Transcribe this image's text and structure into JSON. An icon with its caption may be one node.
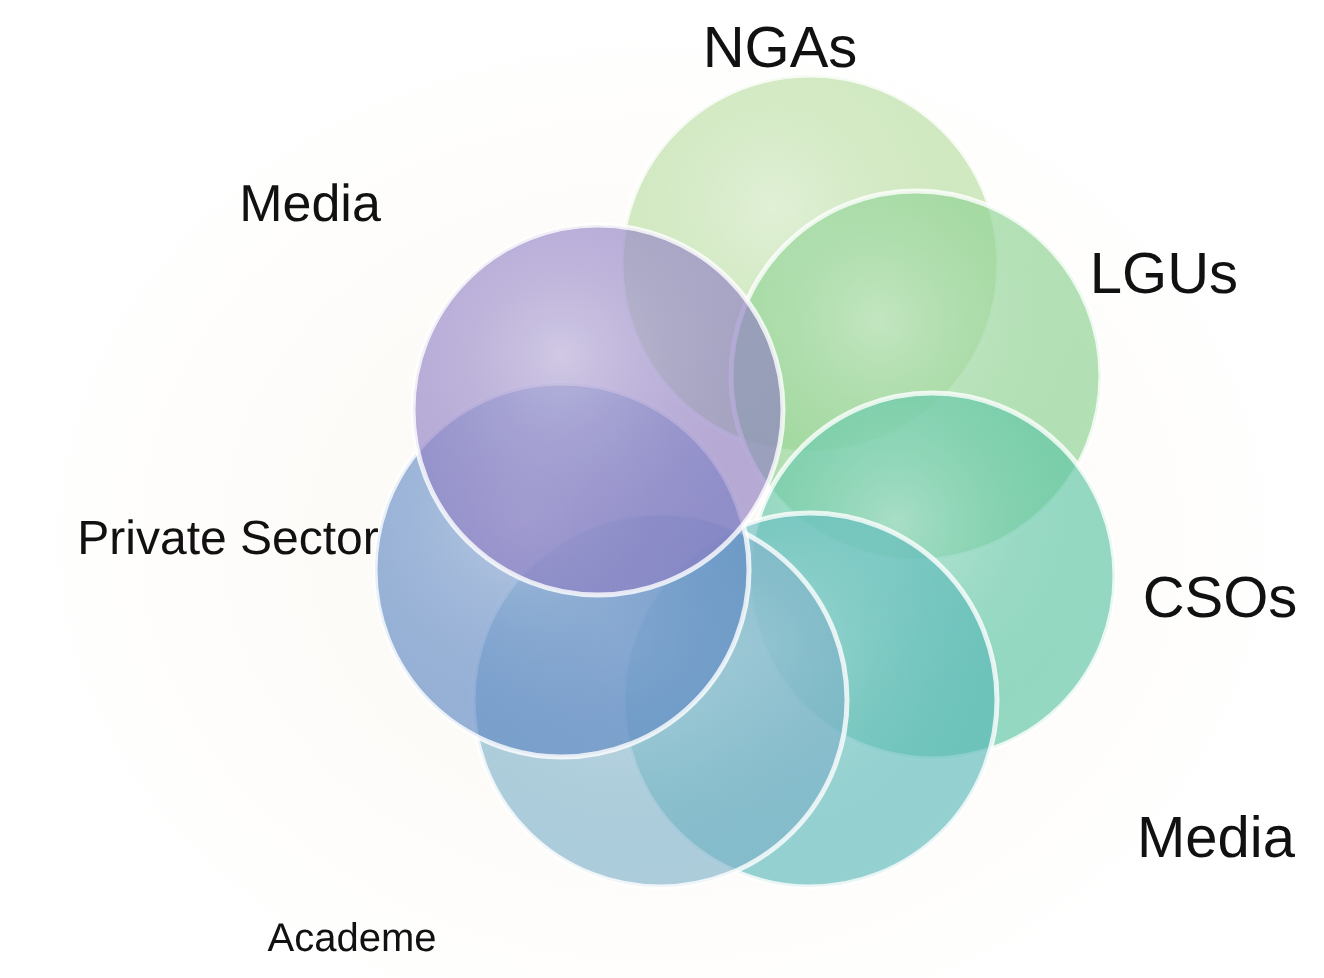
{
  "diagram": {
    "nodes": [
      {
        "text": [
          "NGAs"
        ]
      },
      {
        "text": [
          "Media"
        ]
      },
      {
        "text": [
          "LGUs"
        ]
      },
      {
        "text": [
          "Private Sector"
        ]
      },
      {
        "text": [
          "CSOs"
        ]
      },
      {
        "text": [
          "Media"
        ]
      },
      {
        "text": [
          "Academe"
        ]
      }
    ]
  }
}
